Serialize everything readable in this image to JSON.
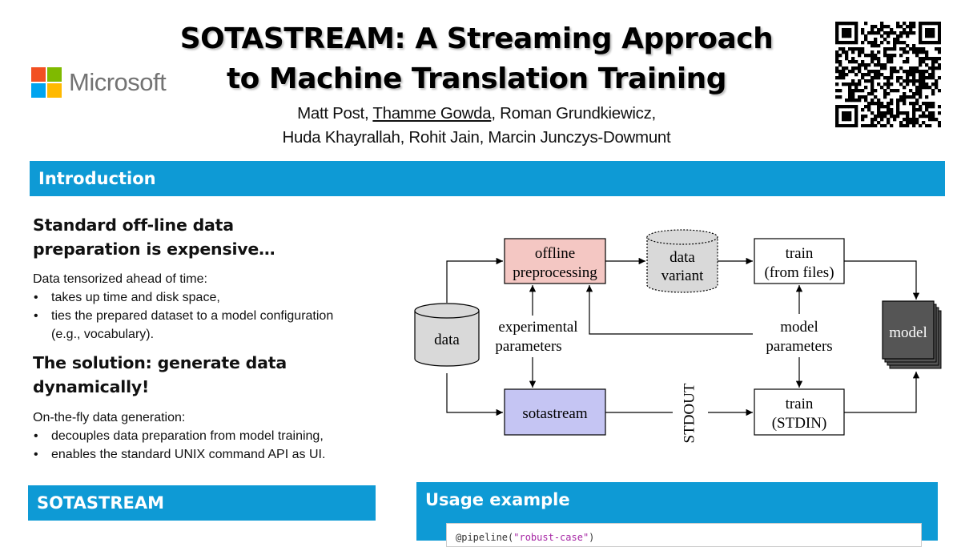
{
  "header": {
    "title_line1": "SOTASTREAM: A Streaming Approach",
    "title_line2": "to Machine Translation Training",
    "authors_line1_a": "Matt Post, ",
    "authors_line1_b": "Thamme Gowda",
    "authors_line1_c": ", Roman Grundkiewicz,",
    "authors_line2": "Huda Khayrallah, Rohit Jain, Marcin Junczys-Dowmunt",
    "logo_text": "Microsoft",
    "logo_colors": [
      "#f25022",
      "#7fba00",
      "#00a4ef",
      "#ffb900"
    ]
  },
  "sections": {
    "introduction": "Introduction",
    "sotastream": "SOTASTREAM",
    "usage": "Usage example"
  },
  "intro": {
    "heading1_line1": "Standard off-line data",
    "heading1_line2": "preparation is expensive…",
    "lead1": "Data tensorized ahead of time:",
    "bullets1": [
      "takes up time and disk space,",
      "ties the prepared dataset to a model configuration",
      "(e.g., vocabulary)."
    ],
    "heading2_line1": "The solution: generate data",
    "heading2_line2": "dynamically!",
    "lead2": "On-the-fly data generation:",
    "bullets2": [
      "decouples data preparation from model training,",
      "enables the standard UNIX command API as UI."
    ]
  },
  "diagram": {
    "data": "data",
    "offline_l1": "offline",
    "offline_l2": "preprocessing",
    "variant_l1": "data",
    "variant_l2": "variant",
    "train_files_l1": "train",
    "train_files_l2": "(from files)",
    "exp_l1": "experimental",
    "exp_l2": "parameters",
    "model_params_l1": "model",
    "model_params_l2": "parameters",
    "model": "model",
    "sotastream": "sotastream",
    "stdout": "STDOUT",
    "train_stdin_l1": "train",
    "train_stdin_l2": "(STDIN)",
    "colors": {
      "offline_fill": "#f4c7c3",
      "sotastream_fill": "#c5c5f3",
      "cylinder_fill": "#d9d9d9",
      "model_fill": "#555555"
    }
  },
  "usage_code": {
    "prefix": "@pipeline(",
    "string": "\"robust-case\"",
    "suffix": ")"
  }
}
